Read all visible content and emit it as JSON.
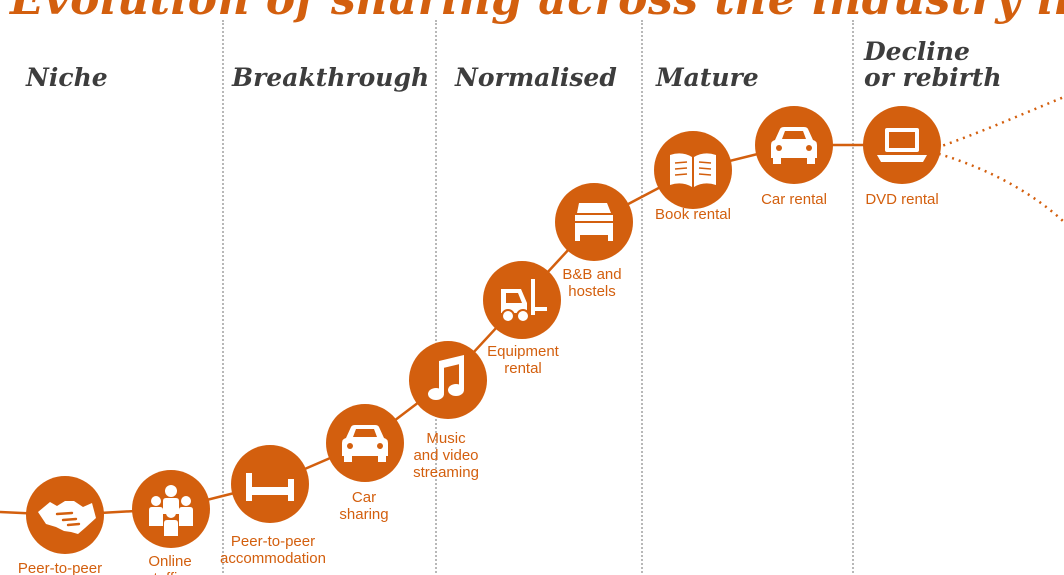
{
  "colors": {
    "accent": "#d35f0e",
    "text": "#3d3d3d",
    "divider": "#b8b8b8"
  },
  "title": "Evolution of sharing across the industry life cycle",
  "phases": [
    {
      "lines": [
        "Niche"
      ]
    },
    {
      "lines": [
        "Breakthrough"
      ]
    },
    {
      "lines": [
        "Normalised"
      ]
    },
    {
      "lines": [
        "Mature"
      ]
    },
    {
      "lines": [
        "Decline",
        "or rebirth"
      ]
    }
  ],
  "nodes": [
    {
      "icon": "handshake-icon",
      "label_lines": [
        "Peer-to-peer"
      ]
    },
    {
      "icon": "people-icon",
      "label_lines": [
        "Online",
        "staffing"
      ]
    },
    {
      "icon": "bed-icon",
      "label_lines": [
        "Peer-to-peer",
        "accommodation"
      ]
    },
    {
      "icon": "car-icon",
      "label_lines": [
        "Car",
        "sharing"
      ]
    },
    {
      "icon": "music-note-icon",
      "label_lines": [
        "Music",
        "and video",
        "streaming"
      ]
    },
    {
      "icon": "forklift-icon",
      "label_lines": [
        "Equipment",
        "rental"
      ]
    },
    {
      "icon": "bed-icon",
      "label_lines": [
        "B&B and",
        "hostels"
      ]
    },
    {
      "icon": "book-icon",
      "label_lines": [
        "Book rental"
      ]
    },
    {
      "icon": "car-icon",
      "label_lines": [
        "Car rental"
      ]
    },
    {
      "icon": "laptop-icon",
      "label_lines": [
        "DVD rental"
      ]
    }
  ]
}
